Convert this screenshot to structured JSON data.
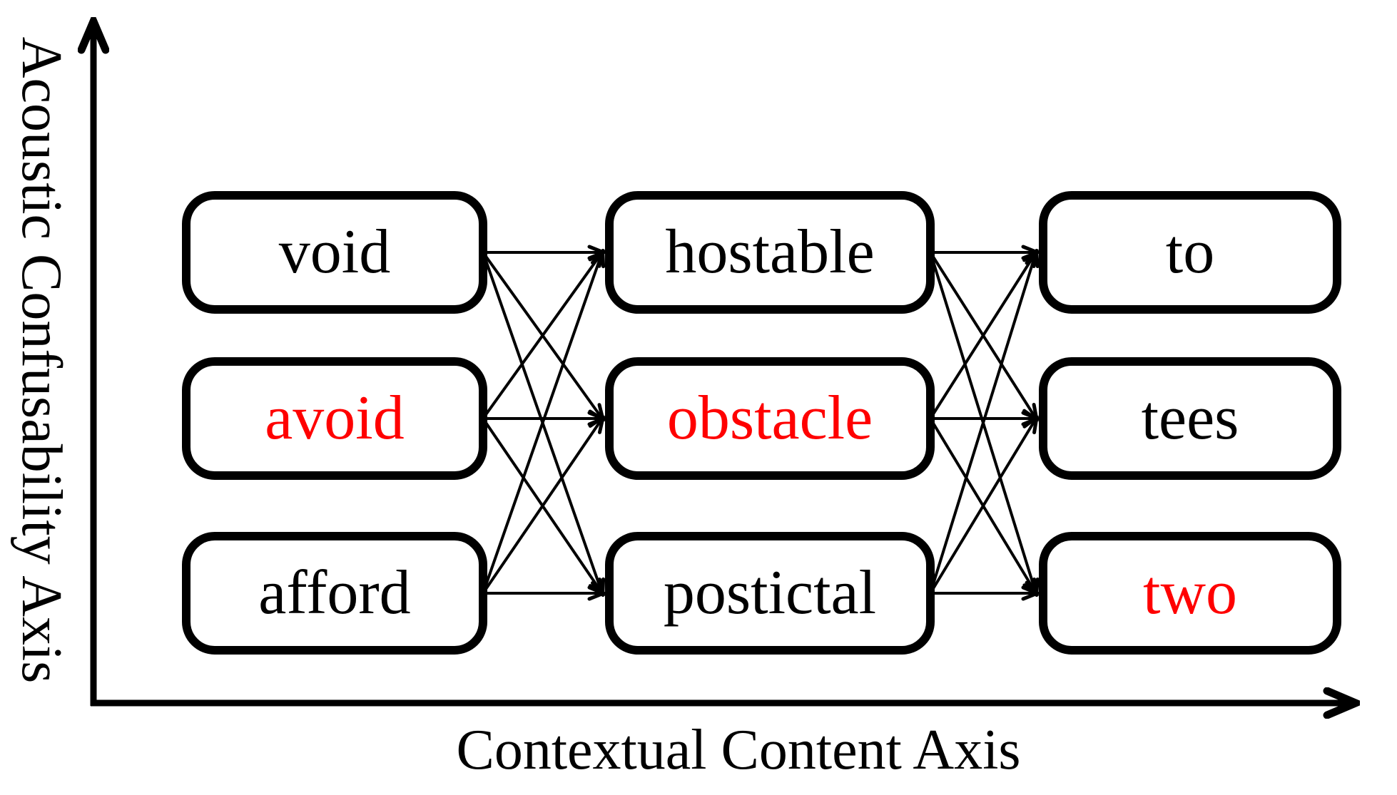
{
  "figure": {
    "y_axis": {
      "label": "Acoustic Confusability Axis",
      "direction": "up"
    },
    "x_axis": {
      "label": "Contextual Content Axis",
      "direction": "right"
    },
    "colors": {
      "ink": "#000000",
      "highlight_red": "#FF0000",
      "background": "#FFFFFF"
    },
    "columns": [
      {
        "nodes": [
          {
            "label": "void",
            "highlighted": false
          },
          {
            "label": "avoid",
            "highlighted": true
          },
          {
            "label": "afford",
            "highlighted": false
          }
        ]
      },
      {
        "nodes": [
          {
            "label": "hostable",
            "highlighted": false
          },
          {
            "label": "obstacle",
            "highlighted": true
          },
          {
            "label": "postictal",
            "highlighted": false
          }
        ]
      },
      {
        "nodes": [
          {
            "label": "to",
            "highlighted": false
          },
          {
            "label": "tees",
            "highlighted": false
          },
          {
            "label": "two",
            "highlighted": true
          }
        ]
      }
    ],
    "edges": {
      "fully_connected_pairs": [
        [
          0,
          1
        ],
        [
          1,
          2
        ]
      ],
      "arrow_direction": "left-to-right"
    }
  }
}
